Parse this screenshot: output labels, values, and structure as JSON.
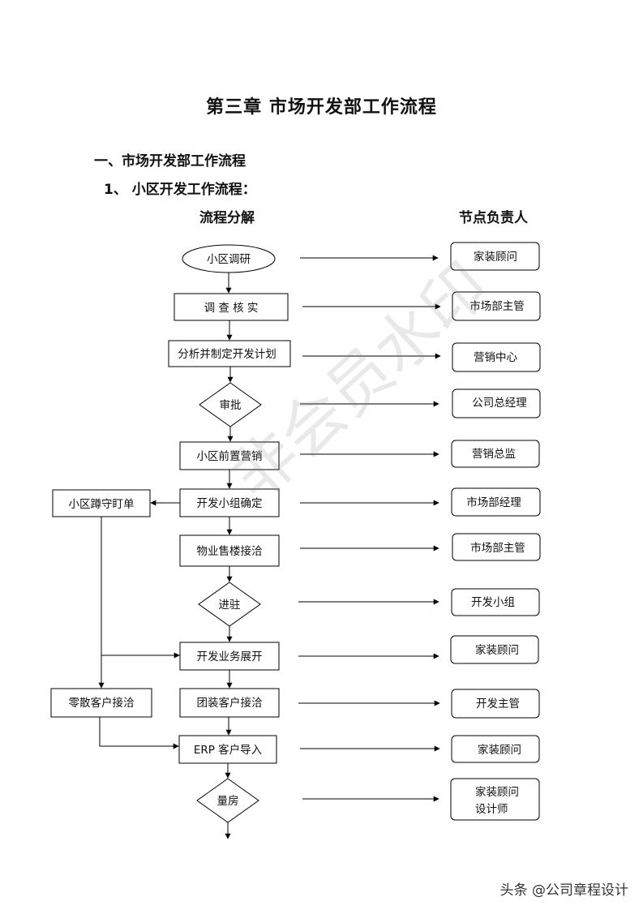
{
  "title": "第三章  市场开发部工作流程",
  "section": "一、市场开发部工作流程",
  "subsection": "1、  小区开发工作流程：",
  "col_left": "流程分解",
  "col_right": "节点负责人",
  "steps": {
    "s1": "小区调研",
    "s2": "调 查 核 实",
    "s3": "分析并制定开发计划",
    "s4": "审批",
    "s5": "小区前置营销",
    "s6": "开发小组确定",
    "s7": "物业售楼接洽",
    "s8": "进驻",
    "s9": "开发业务展开",
    "s10": "团装客户接洽",
    "s11": "ERP 客户导入",
    "s12": "量房"
  },
  "side": {
    "a": "小区蹲守盯单",
    "b": "零散客户接洽"
  },
  "owners": {
    "o1": "家装顾问",
    "o2": "市场部主管",
    "o3": "营销中心",
    "o4": "公司总经理",
    "o5": "营销总监",
    "o6": "市场部经理",
    "o7": "市场部主管",
    "o8": "开发小组",
    "o9": "家装顾问",
    "o10": "开发主管",
    "o11": "家装顾问",
    "o12a": "家装顾问",
    "o12b": "设计师"
  },
  "watermark": "非会员水印",
  "footer": "头条 @公司章程设计"
}
